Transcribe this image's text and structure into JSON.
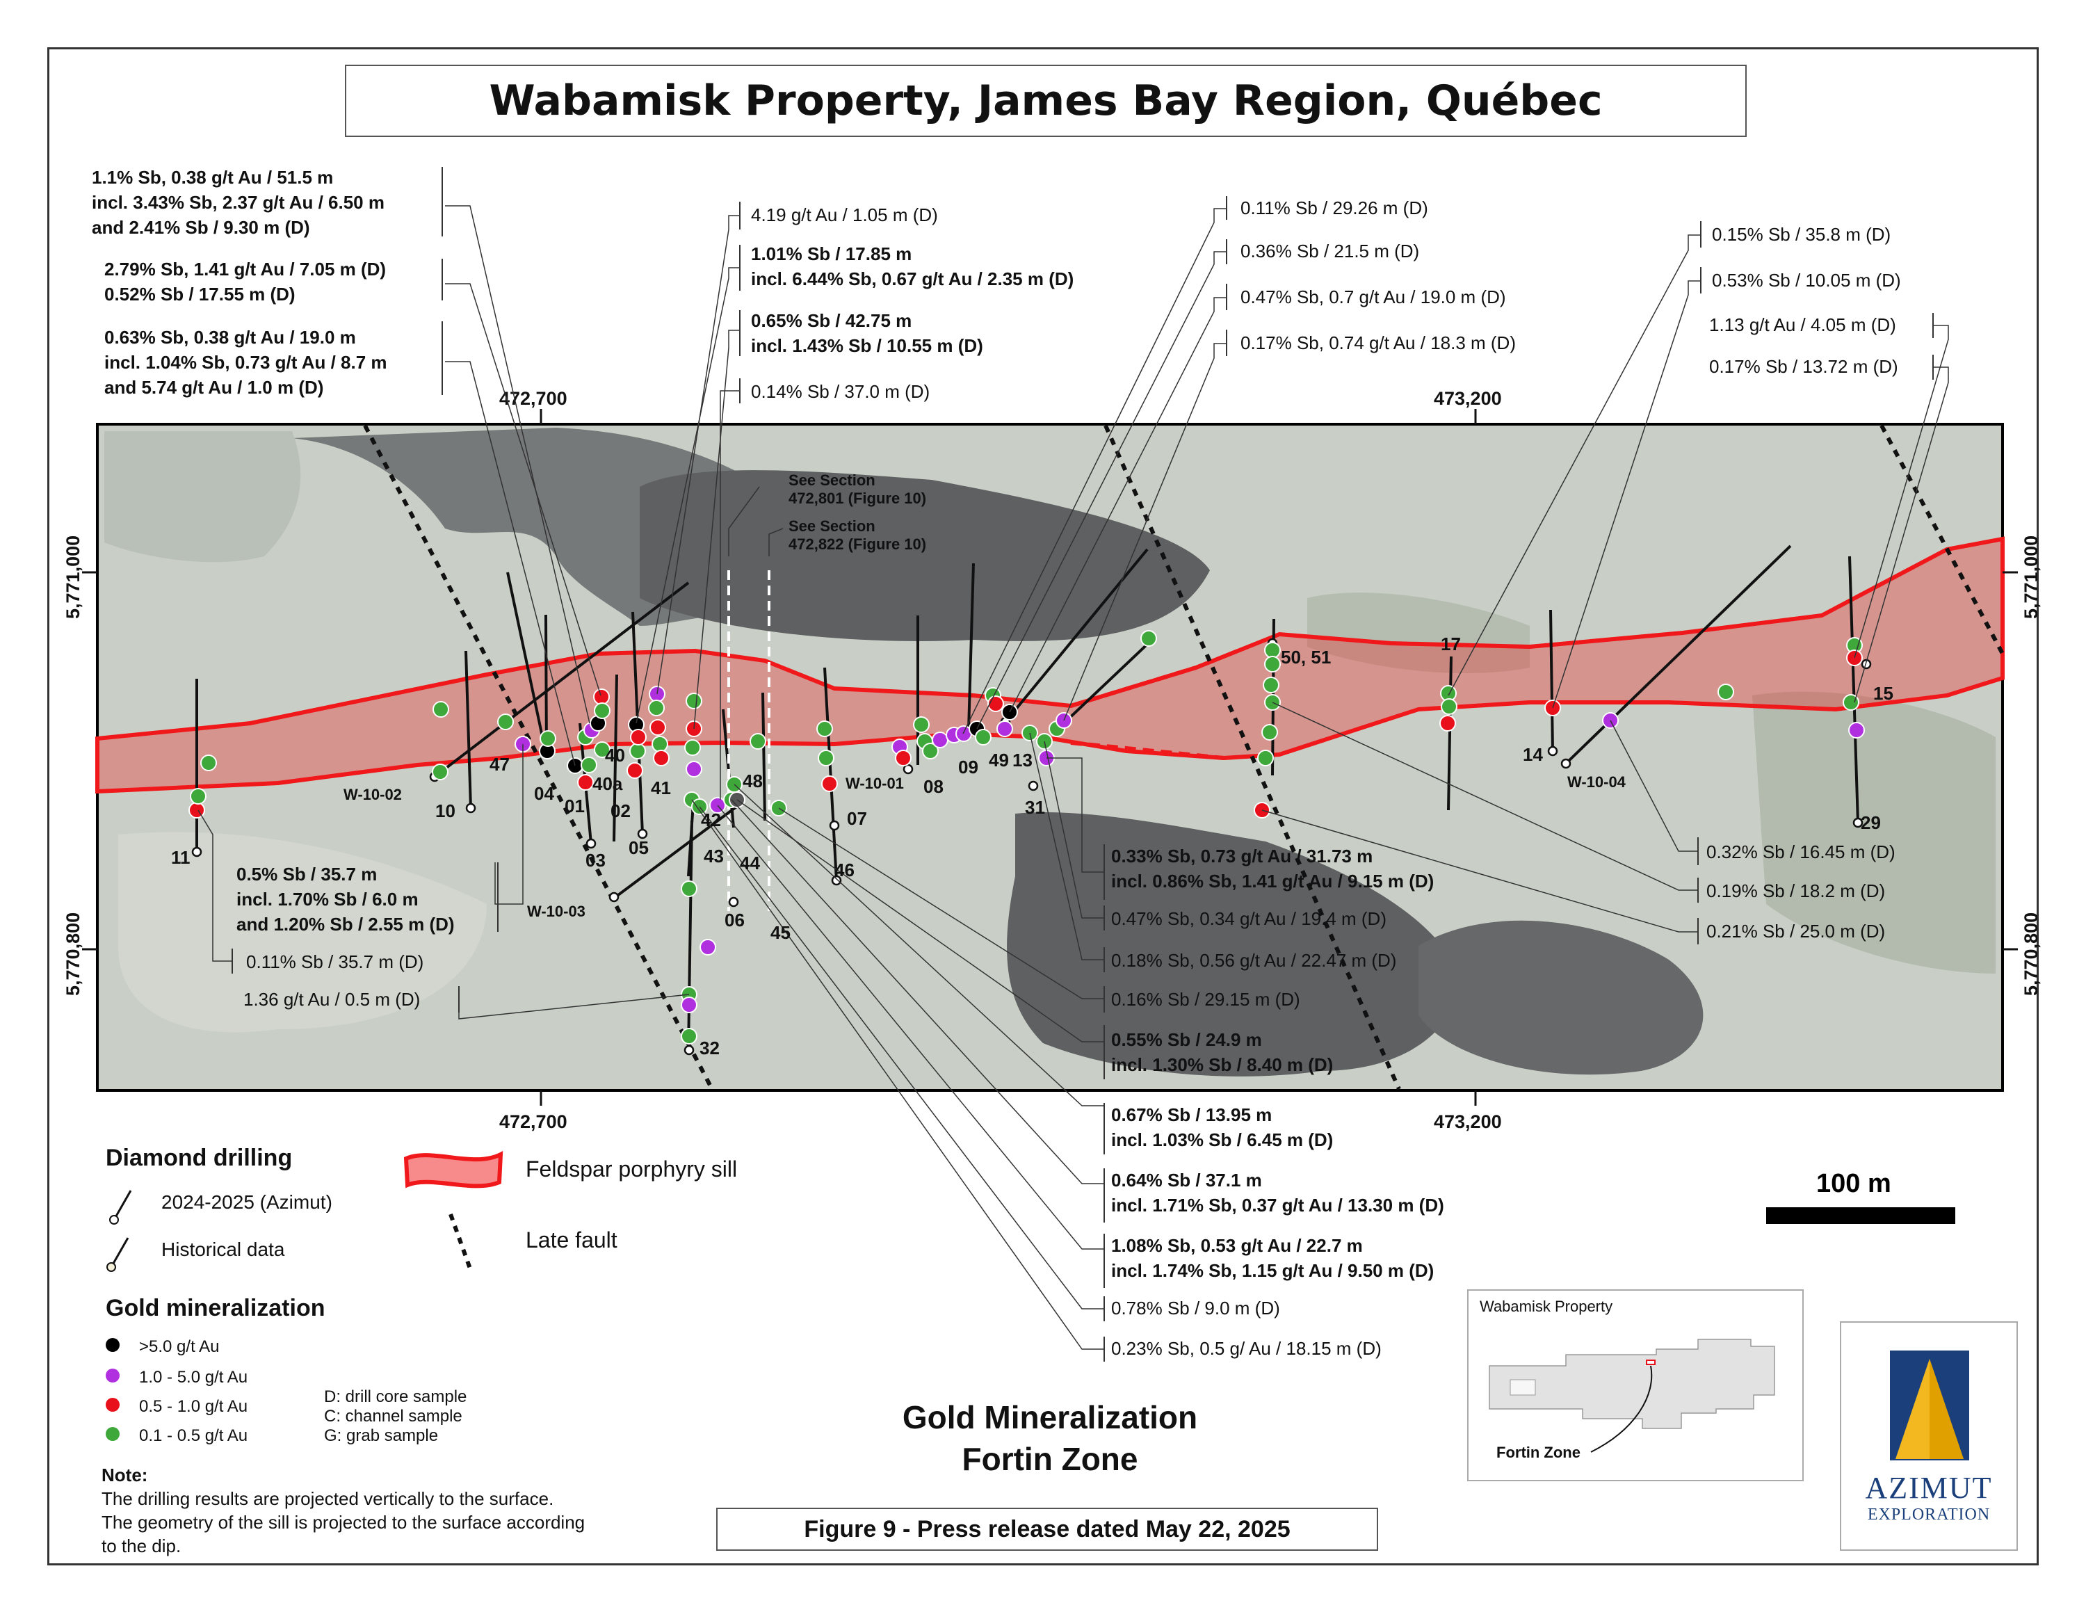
{
  "title": "Wabamisk Property, James Bay Region, Québec",
  "subtitle_lines": [
    "Gold Mineralization",
    "Fortin Zone"
  ],
  "figure_caption": "Figure 9 - Press release dated May 22, 2025",
  "coords": {
    "x1": "472,700",
    "x2": "473,200",
    "y1": "5,771,000",
    "y2": "5,770,800"
  },
  "callouts": {
    "left1_l1": "1.1% Sb, 0.38 g/t Au / 51.5 m",
    "left1_l2": "incl. 3.43% Sb, 2.37 g/t Au / 6.50 m",
    "left1_l3": "and 2.41% Sb / 9.30 m (D)",
    "left2_l1": "2.79% Sb, 1.41 g/t Au / 7.05 m (D)",
    "left2_l2": "0.52% Sb / 17.55 m (D)",
    "left3_l1": "0.63% Sb, 0.38 g/t Au / 19.0 m",
    "left3_l2": "incl. 1.04% Sb, 0.73 g/t Au / 8.7 m",
    "left3_l3": "and 5.74 g/t Au / 1.0 m (D)",
    "mid1": "4.19 g/t Au / 1.05 m (D)",
    "mid2_l1": "1.01% Sb / 17.85 m",
    "mid2_l2": "incl. 6.44% Sb, 0.67 g/t Au / 2.35 m (D)",
    "mid3_l1": "0.65% Sb / 42.75 m",
    "mid3_l2": "incl. 1.43% Sb / 10.55 m (D)",
    "mid4": "0.14% Sb / 37.0 m (D)",
    "r1": "0.11% Sb / 29.26 m (D)",
    "r2": "0.36% Sb / 21.5 m (D)",
    "r3": "0.47% Sb, 0.7 g/t Au / 19.0 m (D)",
    "r4": "0.17% Sb, 0.74 g/t Au / 18.3 m (D)",
    "fr1": "0.15% Sb / 35.8 m (D)",
    "fr2": "0.53% Sb / 10.05 m (D)",
    "fr3": "1.13 g/t Au / 4.05 m (D)",
    "fr4": "0.17% Sb / 13.72 m (D)",
    "ll1_l1": "0.5% Sb / 35.7 m",
    "ll1_l2": "incl. 1.70% Sb / 6.0 m",
    "ll1_l3": "and 1.20% Sb / 2.55 m (D)",
    "ll2": "0.11% Sb / 35.7 m (D)",
    "ll3": "1.36 g/t Au / 0.5 m (D)",
    "b1_l1": "0.33% Sb, 0.73 g/t Au / 31.73 m",
    "b1_l2": "incl. 0.86% Sb, 1.41 g/t Au / 9.15 m (D)",
    "b2": "0.47% Sb, 0.34 g/t Au / 19.4 m (D)",
    "b3": "0.18% Sb, 0.56 g/t Au / 22.47 m (D)",
    "b4": "0.16% Sb / 29.15 m (D)",
    "b5_l1": "0.55% Sb / 24.9 m",
    "b5_l2": "incl. 1.30% Sb / 8.40 m   (D)",
    "b6_l1": "0.67% Sb / 13.95 m",
    "b6_l2": "incl. 1.03% Sb / 6.45 m (D)",
    "b7_l1": "0.64% Sb / 37.1 m",
    "b7_l2": "incl. 1.71% Sb, 0.37 g/t Au / 13.30 m (D)",
    "b8_l1": "1.08% Sb, 0.53 g/t Au / 22.7 m",
    "b8_l2": "incl. 1.74% Sb, 1.15 g/t Au / 9.50 m (D)",
    "b9": "0.78% Sb / 9.0 m (D)",
    "b10": "0.23% Sb, 0.5 g/ Au / 18.15 m (D)",
    "rr1": "0.32% Sb / 16.45 m (D)",
    "rr2": "0.19% Sb / 18.2 m (D)",
    "rr3": "0.21% Sb / 25.0 m (D)"
  },
  "sections": {
    "s1_l1": "See Section",
    "s1_l2": "472,801 (Figure 10)",
    "s2_l1": "See Section",
    "s2_l2": "472,822 (Figure 10)"
  },
  "holes": {
    "h11": "11",
    "h10": "10",
    "w1002": "W-10-02",
    "h47": "47",
    "h04": "04",
    "h01": "01",
    "h40": "40",
    "h40a": "40a",
    "h03": "03",
    "h02": "02",
    "h41": "41",
    "h05": "05",
    "w1003": "W-10-03",
    "h42": "42",
    "h43": "43",
    "h48": "48",
    "h44": "44",
    "h06": "06",
    "h45": "45",
    "h46": "46",
    "h07": "07",
    "w1001": "W-10-01",
    "h08": "08",
    "h09": "09",
    "h49": "49",
    "h13": "13",
    "h31": "31",
    "h32": "32",
    "h5051": "50, 51",
    "h17": "17",
    "h14": "14",
    "w1004": "W-10-04",
    "h15": "15",
    "h29": "29"
  },
  "legend": {
    "drilling_heading": "Diamond drilling",
    "azimut": "2024-2025 (Azimut)",
    "historical": "Historical data",
    "sill": "Feldspar porphyry sill",
    "fault": "Late fault",
    "gold_heading": "Gold mineralization",
    "g1": ">5.0 g/t Au",
    "g2": "1.0 - 5.0 g/t Au",
    "g3": "0.5 - 1.0 g/t Au",
    "g4": "0.1 - 0.5 g/t Au",
    "d": "D: drill core sample",
    "c": "C: channel sample",
    "g": "G: grab sample",
    "colors": {
      "gt5": "#000000",
      "g1to5": "#b030e0",
      "g05to1": "#e8101a",
      "g01to05": "#3fa83a",
      "sill": "#f0181a"
    }
  },
  "scale": "100 m",
  "note": {
    "heading": "Note:",
    "l1": "The drilling results are projected vertically to the surface.",
    "l2": "The geometry of the sill is projected to the surface according",
    "l3": "to the dip."
  },
  "inset": {
    "title": "Wabamisk Property",
    "label": "Fortin Zone"
  },
  "logo": {
    "name": "AZIMUT",
    "sub": "EXPLORATION"
  }
}
